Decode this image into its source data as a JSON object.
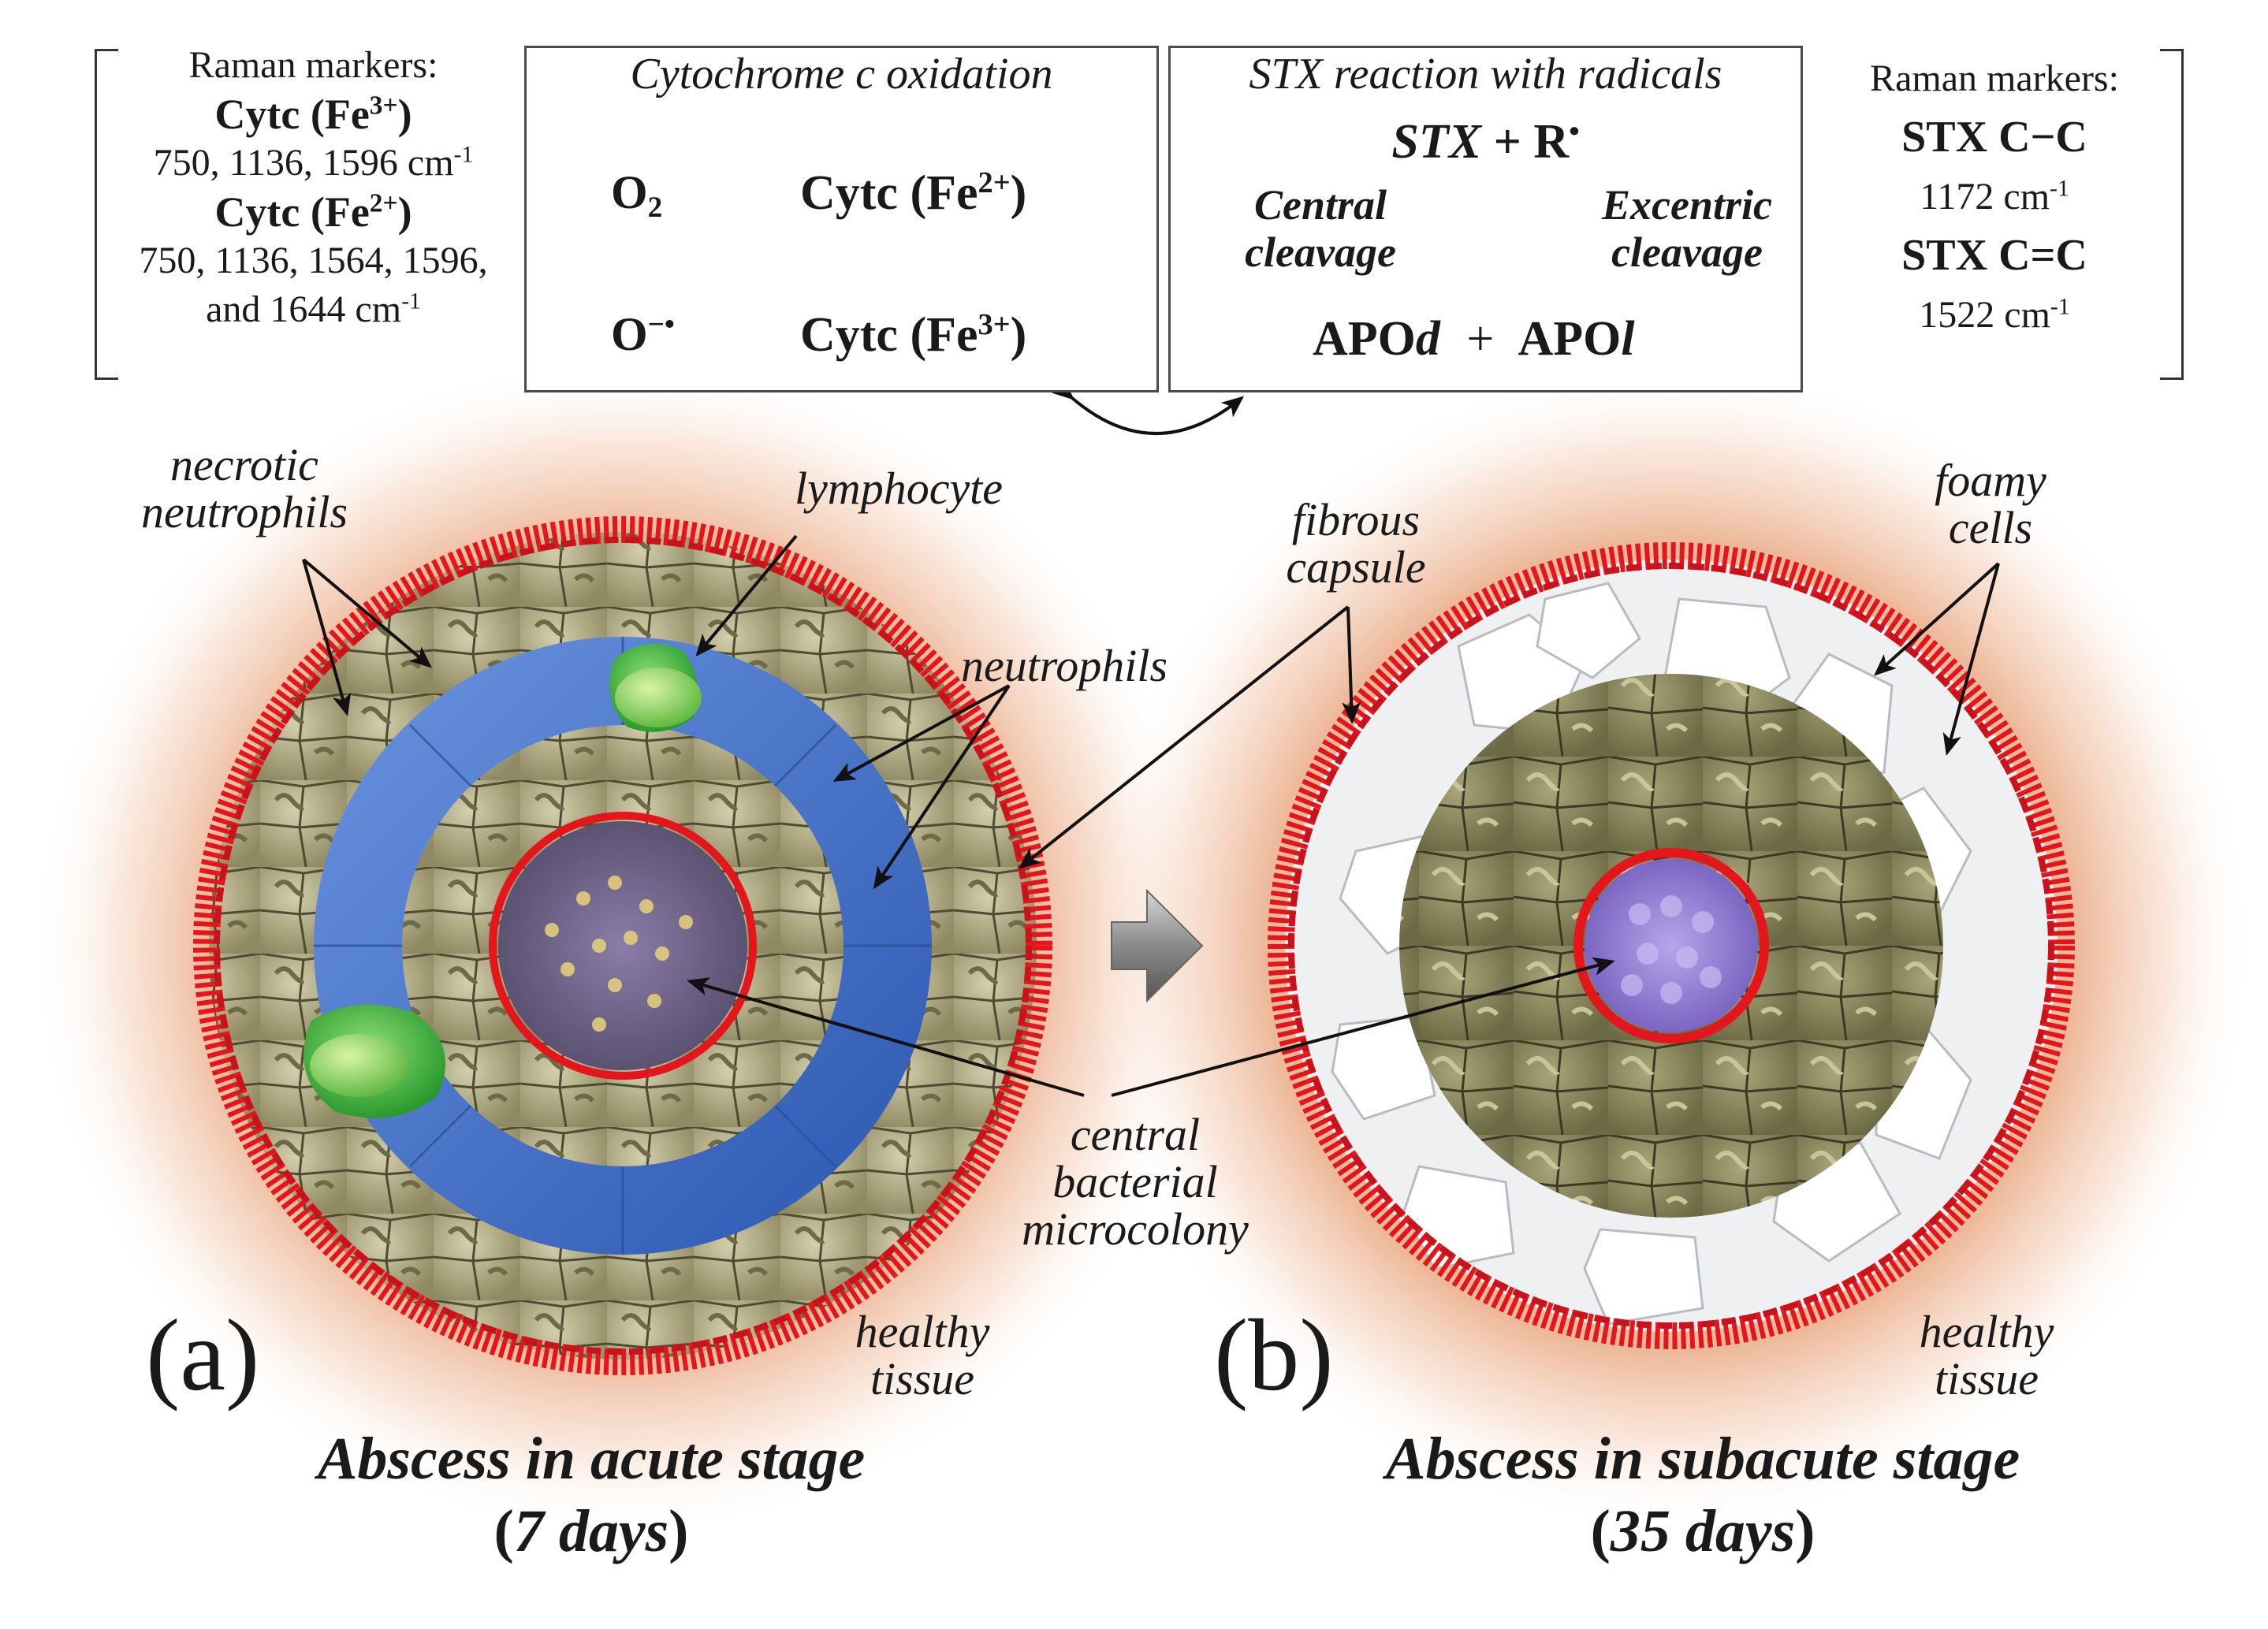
{
  "left_markers": {
    "heading": "Raman markers:",
    "fe3_name": "Cytc (Fe",
    "fe3_charge": "3+",
    "fe3_bands": "750, 1136, 1596 cm",
    "fe2_name": "Cytc (Fe",
    "fe2_charge": "2+",
    "fe2_bands_line1": "750, 1136, 1564, 1596,",
    "fe2_bands_line2": "and 1644 cm",
    "unit_exp": "-1",
    "close_paren": ")"
  },
  "cytc_box": {
    "title": "Cytochrome c oxidation",
    "o2": "O",
    "o2_sub": "2",
    "o_radical": "O",
    "o_radical_sup": "−•",
    "fe2": "Cytc (Fe",
    "fe2_charge": "2+",
    "fe3": "Cytc (Fe",
    "fe3_charge": "3+",
    "close_paren": ")"
  },
  "stx_box": {
    "title": "STX reaction with radicals",
    "stx": "STX",
    "plus_r": " + R",
    "r_dot": "•",
    "central_1": "Central",
    "central_2": "cleavage",
    "excentric_1": "Excentric",
    "excentric_2": "cleavage",
    "apo_d": "APO",
    "apo_d_suffix": "d",
    "plus": "+",
    "apo_l": "APO",
    "apo_l_suffix": "l"
  },
  "right_markers": {
    "heading": "Raman markers:",
    "cc_single": "STX C−C",
    "cc_single_band": "1172 cm",
    "cc_double": "STX C=C",
    "cc_double_band": "1522 cm",
    "unit_exp": "-1"
  },
  "labels": {
    "necrotic_1": "necrotic",
    "necrotic_2": "neutrophils",
    "lymphocyte": "lymphocyte",
    "neutrophils": "neutrophils",
    "fibrous_1": "fibrous",
    "fibrous_2": "capsule",
    "foamy_1": "foamy",
    "foamy_2": "cells",
    "central_1": "central",
    "central_2": "bacterial",
    "central_3": "microcolony",
    "healthy_a_1": "healthy",
    "healthy_a_2": "tissue",
    "healthy_b_1": "healthy",
    "healthy_b_2": "tissue"
  },
  "panels": {
    "a_letter": "(a)",
    "b_letter": "(b)",
    "a_title": "Abscess in acute stage",
    "a_days": "7 days",
    "b_title": "Abscess in subacute stage",
    "b_days": "35 days",
    "open_paren": "(",
    "close_paren": ")"
  },
  "colors": {
    "capsule_red": "#e3161c",
    "neutrophil_blue": "#3e6fc8",
    "necrotic_olive": "#b8b28c",
    "lymphocyte_green": "#3fae3a",
    "bacteria_purple": "#9a86d6",
    "halo_orange": "#e8a27a"
  }
}
